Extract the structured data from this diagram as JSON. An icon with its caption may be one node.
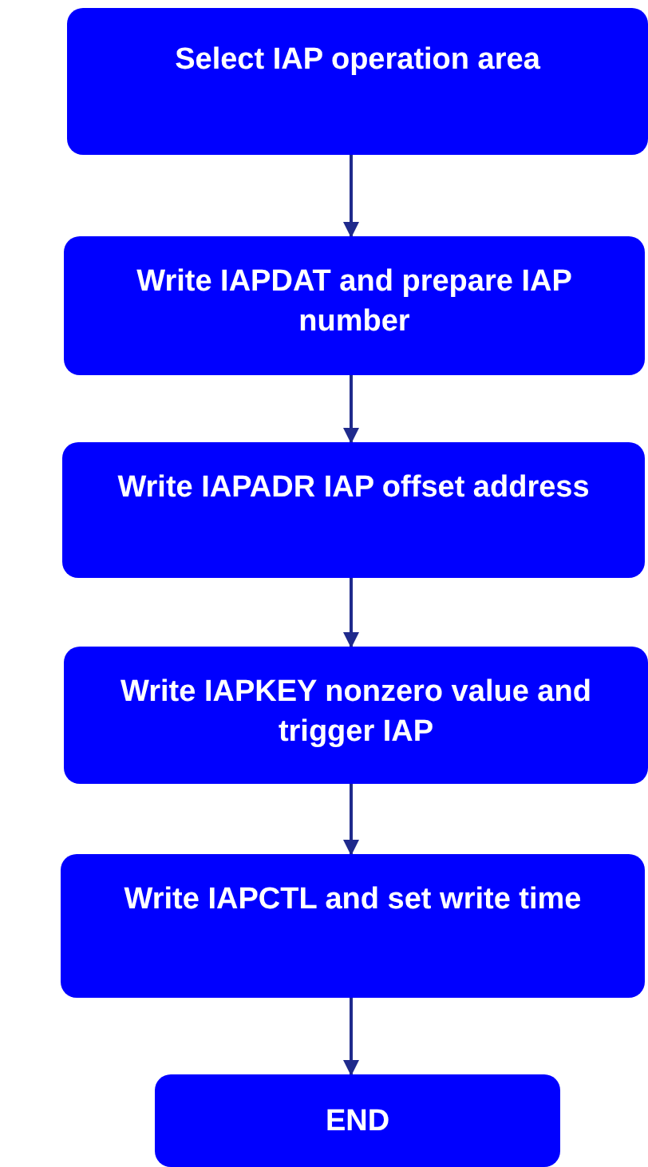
{
  "diagram": {
    "nodes": [
      {
        "text": [
          "Select IAP operation area"
        ]
      },
      {
        "text": [
          "Write IAPDAT and prepare IAP number"
        ]
      },
      {
        "text": [
          "Write IAPADR IAP offset address"
        ]
      },
      {
        "text": [
          "Write IAPKEY nonzero value and trigger IAP"
        ]
      },
      {
        "text": [
          "Write IAPCTL and set write time"
        ]
      },
      {
        "text": [
          "END"
        ]
      }
    ],
    "edges": [
      {
        "from": 0,
        "to": 1,
        "arrow": "to"
      },
      {
        "from": 1,
        "to": 2,
        "arrow": "to"
      },
      {
        "from": 2,
        "to": 3,
        "arrow": "to"
      },
      {
        "from": 3,
        "to": 4,
        "arrow": "to"
      },
      {
        "from": 4,
        "to": 5,
        "arrow": "to"
      }
    ]
  }
}
